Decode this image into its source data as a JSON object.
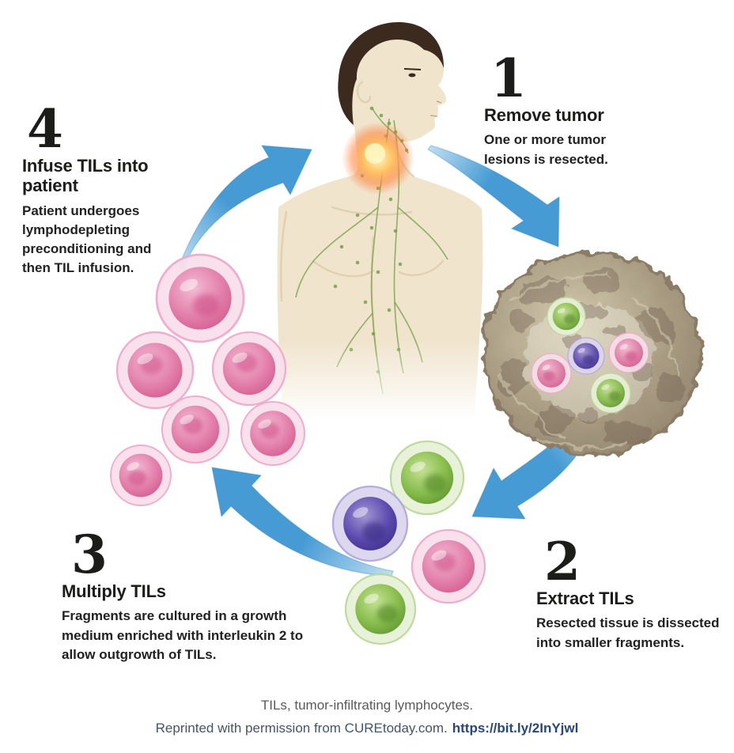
{
  "steps": [
    {
      "number": "1",
      "title": "Remove tumor",
      "description": "One or more tumor lesions is resected."
    },
    {
      "number": "2",
      "title": "Extract TILs",
      "description": "Resected tissue is dissected into smaller fragments."
    },
    {
      "number": "3",
      "title": "Multiply TILs",
      "description": "Fragments are cultured in a growth medium enriched with interleukin 2 to allow outgrowth of TILs."
    },
    {
      "number": "4",
      "title": "Infuse TILs into patient",
      "description": "Patient undergoes lymphodepleting preconditioning and then TIL infusion."
    }
  ],
  "footer": {
    "abbreviation_note": "TILs, tumor-infiltrating lymphocytes.",
    "credit": "Reprinted with permission from CUREtoday.com.",
    "link": "https://bit.ly/2InYjwl"
  },
  "colors": {
    "ink": "#1c1c1a",
    "text": "#212121",
    "footer_gray": "#5a5a5a",
    "footer_slate": "#44546a",
    "link_navy": "#27477e",
    "arrow_light": "#bfdff2",
    "arrow_mid": "#469bd4",
    "arrow_dark": "#2e7cb4",
    "pink_halo": "#f8dfec",
    "pink_ring": "#f0a9cb",
    "pink_light": "#f4bcd4",
    "pink_mid": "#e27ea9",
    "pink_deep": "#cf4f87",
    "green_halo": "#e7f2d7",
    "green_ring": "#bcd99a",
    "green_light": "#c6e194",
    "green_mid": "#85bc4a",
    "green_deep": "#54882c",
    "purple_halo": "#ddd6ef",
    "purple_ring": "#b3a6dd",
    "purple_light": "#a396d3",
    "purple_mid": "#5b49ae",
    "purple_deep": "#352a7e",
    "tumor_light": "#d6cdb2",
    "tumor_mid": "#a89b82",
    "tumor_deep": "#6e5c50",
    "tumor_edge": "#8a7c66",
    "skin": "#f0e4cd",
    "skin_shade": "#d9c3a2",
    "hair": "#3b2a1d",
    "lymph": "#6f9e40",
    "glow_core": "#fff6c2",
    "glow_mid": "#ffc362",
    "glow_edge": "#ff7b32"
  }
}
